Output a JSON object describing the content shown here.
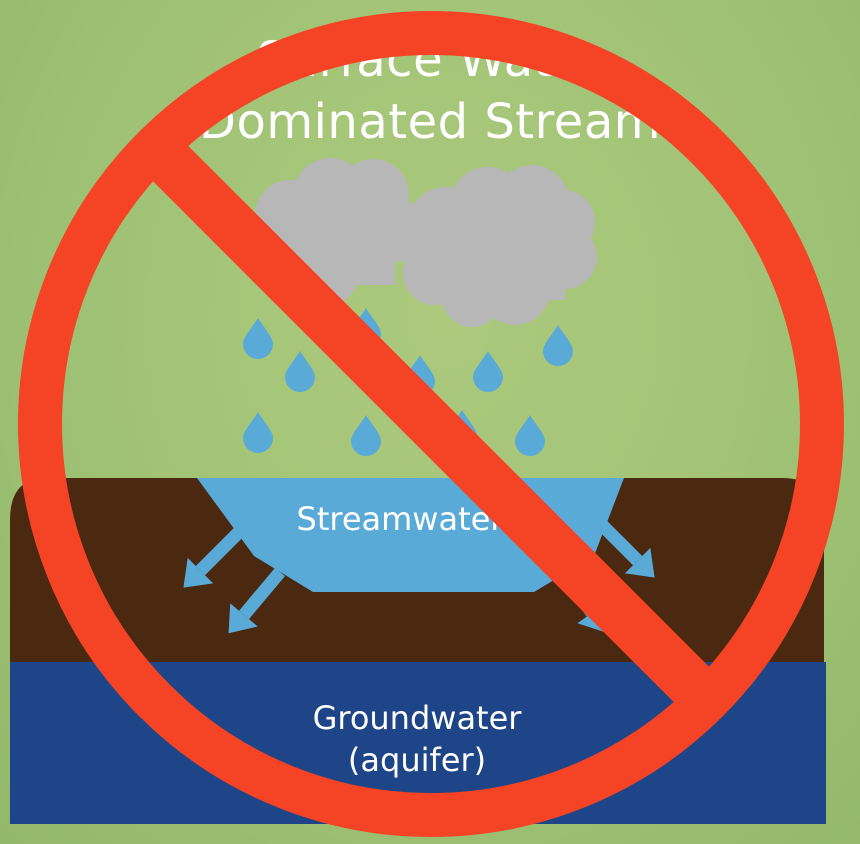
{
  "title": {
    "line1": "Surface Water",
    "line2": "Dominated Stream"
  },
  "labels": {
    "streamwater": "Streamwater",
    "groundwater_line1": "Groundwater",
    "groundwater_line2": "(aquifer)"
  },
  "colors": {
    "background": "#a3c477",
    "cloud": "#b7b7b7",
    "raindrop": "#5aaad8",
    "soil": "#4a2910",
    "streamwater": "#5aaad8",
    "groundwater": "#1d4587",
    "arrow": "#5aaad8",
    "prohibition_sign": "#f44325"
  },
  "icons": {
    "overlay": "prohibition-sign-icon",
    "weather": "rain-cloud-icon",
    "drop": "raindrop-icon",
    "flow": "seepage-arrow-icon"
  }
}
